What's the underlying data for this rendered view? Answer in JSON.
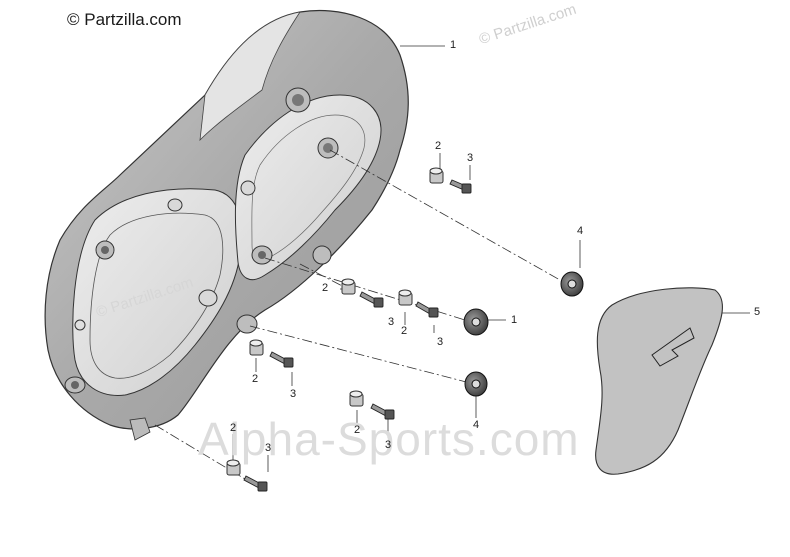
{
  "watermarks": {
    "top_left": "© Partzilla.com",
    "top_right": "© Partzilla.com",
    "mid": "© Partzilla.com",
    "bottom": "Alpha-Sports.com"
  },
  "callouts": {
    "cover": "1",
    "bushing_a": "2",
    "bolt_a": "3",
    "grommet_a": "4",
    "bushing_b": "2",
    "bolt_b": "3",
    "bushing_c": "2",
    "bolt_c": "3",
    "grommet_b": "1",
    "bushing_d": "2",
    "bolt_d": "3",
    "grommet_c": "4",
    "bushing_e": "2",
    "bolt_e": "3",
    "bushing_f": "2",
    "bolt_f": "3",
    "emblem": "5"
  }
}
